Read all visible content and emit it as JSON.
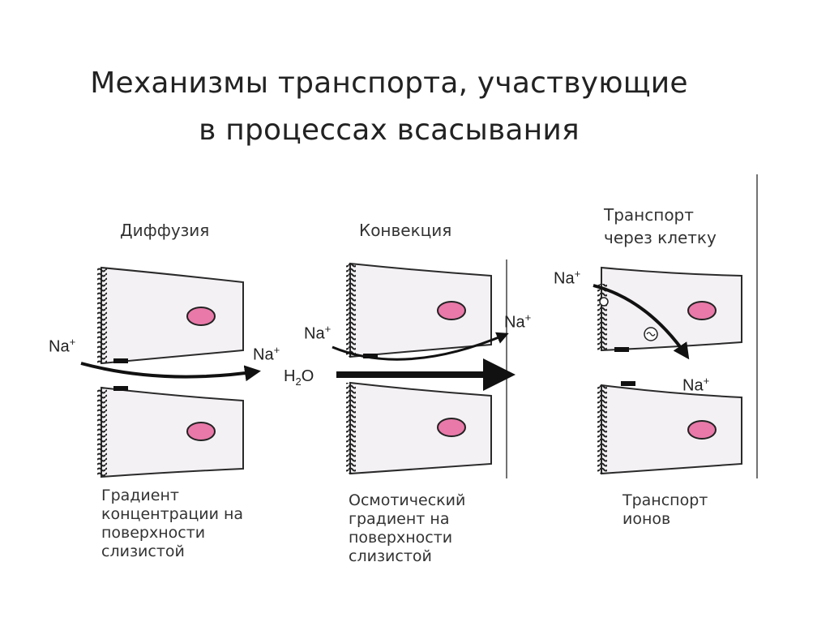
{
  "title": {
    "line1": "Механизмы транспорта, участвующие",
    "line2": "в процессах всасывания"
  },
  "panels": [
    {
      "heading": "Диффузия",
      "caption": [
        "Градиент",
        "концентрации на",
        "поверхности",
        "слизистой"
      ]
    },
    {
      "heading": "Конвекция",
      "caption": [
        "Осмотический",
        "градиент на",
        "поверхности",
        "слизистой"
      ]
    },
    {
      "heading": [
        "Транспорт",
        "через клетку"
      ],
      "caption": [
        "Транспорт",
        "ионов"
      ]
    }
  ],
  "ions": {
    "na": "Na",
    "plus": "+",
    "h": "H",
    "two": "2",
    "o": "O"
  },
  "colors": {
    "nucleus": "#e879a8",
    "outline": "#2a2a2a",
    "arrow": "#111111"
  }
}
